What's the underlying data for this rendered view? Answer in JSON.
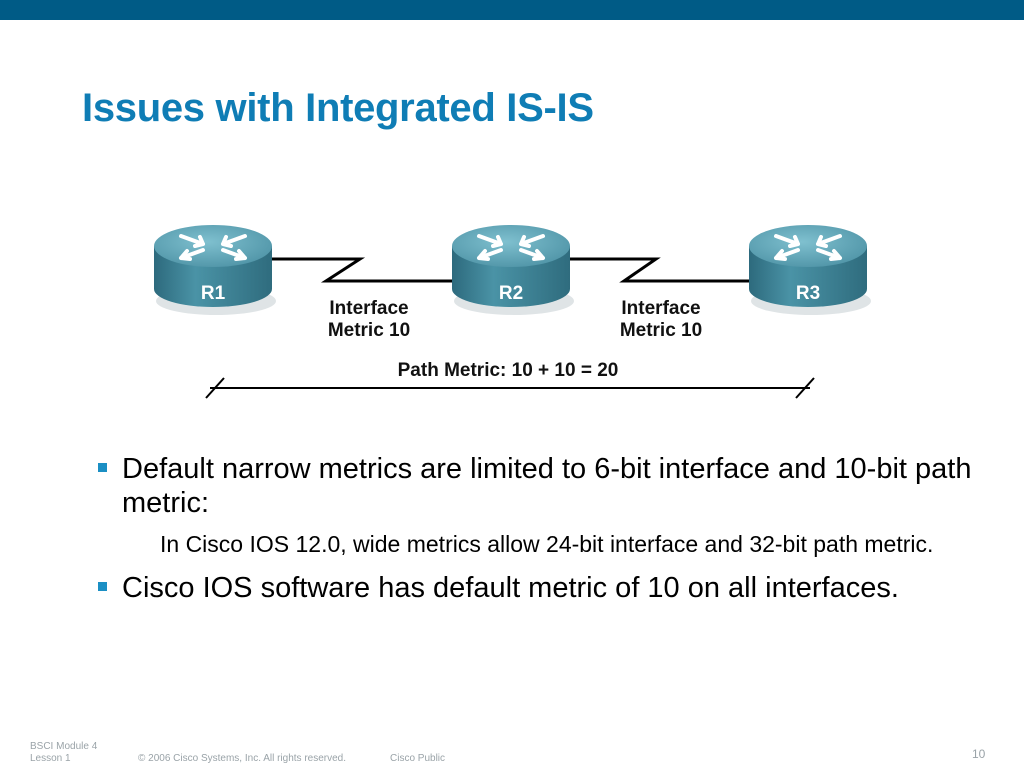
{
  "slide": {
    "title": "Issues with Integrated IS-IS"
  },
  "diagram": {
    "routers": [
      {
        "label": "R1"
      },
      {
        "label": "R2"
      },
      {
        "label": "R3"
      }
    ],
    "link_labels": [
      {
        "line1": "Interface",
        "line2": "Metric 10"
      },
      {
        "line1": "Interface",
        "line2": "Metric 10"
      }
    ],
    "path_metric": "Path Metric: 10 + 10 = 20",
    "colors": {
      "router_body": "#3f8396",
      "router_top": "#5aa3b5",
      "router_label": "#ffffff"
    }
  },
  "bullets": [
    {
      "text": "Default narrow metrics are limited to 6-bit interface and 10-bit path metric:",
      "sub": "In Cisco IOS 12.0, wide metrics allow 24-bit interface and 32-bit path metric."
    },
    {
      "text": "Cisco IOS software has default metric of 10 on all interfaces.",
      "sub": ""
    }
  ],
  "footer": {
    "module_line1": "BSCI Module 4",
    "module_line2": "Lesson 1",
    "copyright": "© 2006 Cisco Systems, Inc. All rights reserved.",
    "classification": "Cisco Public",
    "page_number": "10"
  }
}
